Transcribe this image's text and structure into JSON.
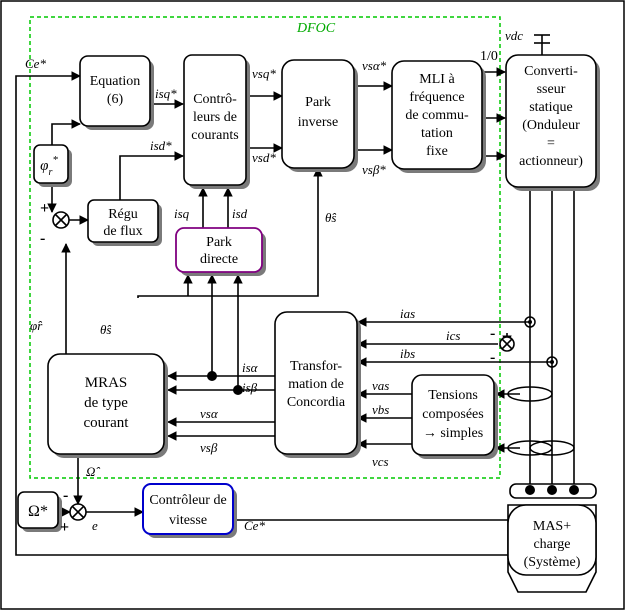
{
  "region": {
    "label": "DFOC",
    "color": "#00c800"
  },
  "colors": {
    "park_direct_border": "#800080",
    "speed_controller_border": "#0000cc"
  },
  "blocks": {
    "equation": [
      "Equation",
      "(6)"
    ],
    "current_ctrl": [
      "Contrô-",
      "leurs de",
      "courants"
    ],
    "park_inv": [
      "Park",
      "inverse"
    ],
    "mli": [
      "MLI à",
      "fréquence",
      "de commu-",
      "tation",
      "fixe"
    ],
    "converter": [
      "Converti-",
      "sseur",
      "statique",
      "(Onduleur",
      "=",
      "actionneur)"
    ],
    "phi_ref": "φ",
    "flux_reg": [
      "Régu",
      "de flux"
    ],
    "park_dir": [
      "Park",
      "directe"
    ],
    "mras": [
      "MRAS",
      "de type",
      "courant"
    ],
    "concordia": [
      "Transfor-",
      "mation de",
      "Concordia"
    ],
    "voltages": [
      "Tensions",
      "composées",
      "→ simples"
    ],
    "omega_ref": "Ω*",
    "speed_ctrl": [
      "Contrôleur de",
      "vitesse"
    ],
    "motor": [
      "MAS+",
      "charge",
      "(Système)"
    ]
  },
  "signals": {
    "ce_ref": "Ce*",
    "isq_ref": "isq*",
    "isd_ref": "isd*",
    "vsq_ref": "vsq*",
    "vsd_ref": "vsd*",
    "vsa_ref": "vsα*",
    "vsb_ref": "vsβ*",
    "isq": "isq",
    "isd": "isd",
    "theta_s_hat": "θ̂s",
    "phi_r_hat": "φ̂r",
    "isa": "isα",
    "isb": "isβ",
    "vsa": "vsα",
    "vsb": "vsβ",
    "ias": "ias",
    "ics": "ics",
    "ibs": "ibs",
    "vas": "vas",
    "vbs": "vbs",
    "vcs": "vcs",
    "omega_hat": "Ω̂",
    "e": "e",
    "vdc": "vdc",
    "switch": "1/0"
  },
  "signs": {
    "plus": "+",
    "minus": "-"
  }
}
